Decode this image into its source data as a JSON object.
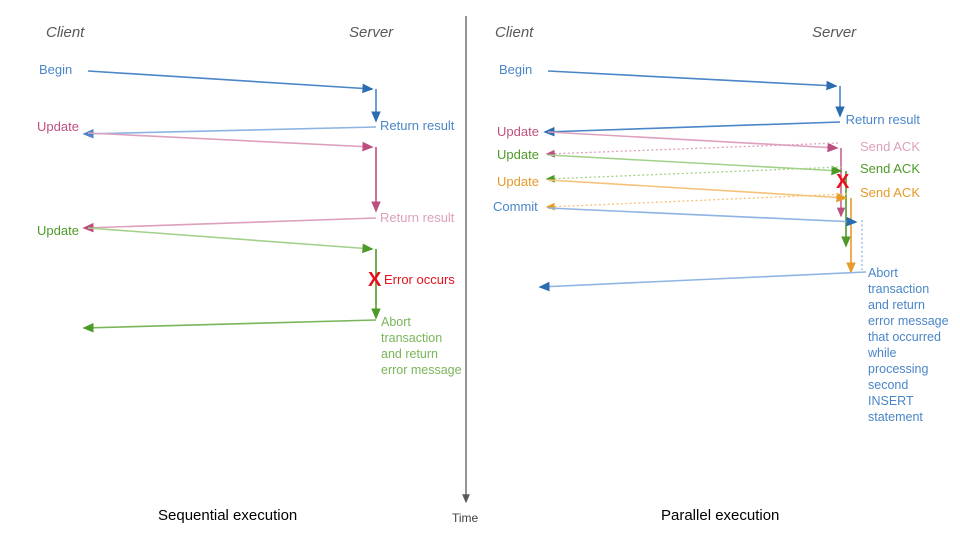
{
  "diagram": {
    "title_bottom_left": "Sequential execution",
    "title_bottom_right": "Parallel execution",
    "time_axis_label": "Time",
    "colors": {
      "blue": "#4a86c8",
      "blue_light": "#8db4e2",
      "pink": "#c0507f",
      "pink_light": "#dda0bd",
      "green": "#4e9a28",
      "green_light": "#a3d18a",
      "orange": "#e59a2a",
      "orange_light": "#f5c27a",
      "red": "#e8101a",
      "axis_gray": "#595959"
    }
  },
  "left_panel": {
    "name": "Sequential execution",
    "header_client": "Client",
    "header_server": "Server",
    "client_messages": [
      {
        "label": "Begin",
        "color": "blue"
      },
      {
        "label": "Update",
        "color": "pink"
      },
      {
        "label": "Update",
        "color": "green"
      }
    ],
    "server_messages": [
      {
        "label": "Return result",
        "color": "blue"
      },
      {
        "label": "Return result",
        "color": "pink"
      }
    ],
    "error_label": "Error occurs",
    "error_marker": "X",
    "abort_message": "Abort\ntransaction\nand return\nerror message"
  },
  "right_panel": {
    "name": "Parallel execution",
    "header_client": "Client",
    "header_server": "Server",
    "client_messages": [
      {
        "label": "Begin",
        "color": "blue"
      },
      {
        "label": "Update",
        "color": "pink"
      },
      {
        "label": "Update",
        "color": "green"
      },
      {
        "label": "Update",
        "color": "orange"
      },
      {
        "label": "Commit",
        "color": "blue"
      }
    ],
    "server_messages": [
      {
        "label": "Return result",
        "color": "blue"
      },
      {
        "label": "Send ACK",
        "color": "pink"
      },
      {
        "label": "Send ACK",
        "color": "green"
      },
      {
        "label": "Send ACK",
        "color": "orange"
      }
    ],
    "error_marker": "X",
    "abort_message": "Abort\ntransaction\nand return\nerror message\nthat occurred\nwhile\nprocessing\nsecond\nINSERT\nstatement"
  }
}
